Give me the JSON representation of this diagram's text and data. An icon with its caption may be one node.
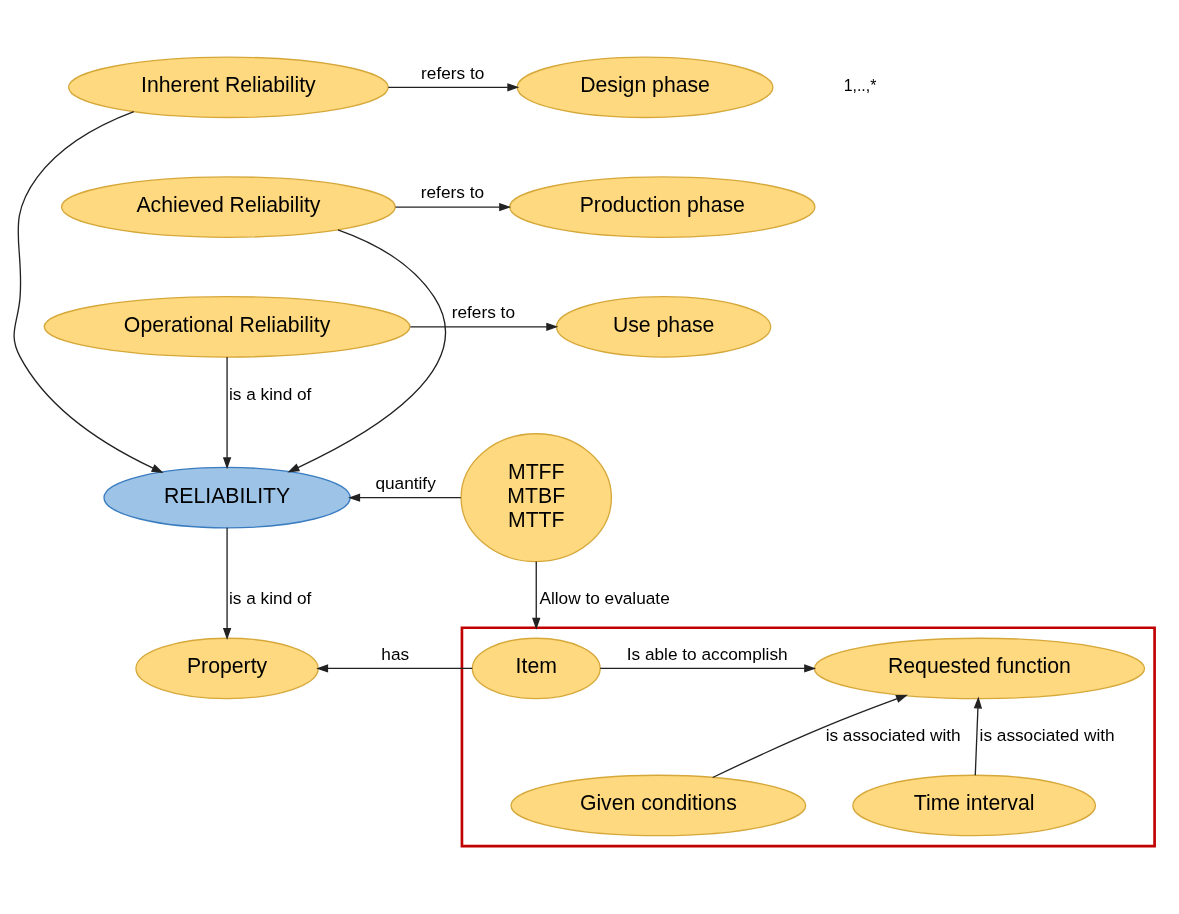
{
  "diagram": {
    "nodes": [
      {
        "text": [
          "Inherent Reliability"
        ]
      },
      {
        "text": [
          "Design phase"
        ]
      },
      {
        "text": [
          "Achieved Reliability"
        ]
      },
      {
        "text": [
          "Production phase"
        ]
      },
      {
        "text": [
          "Operational Reliability"
        ]
      },
      {
        "text": [
          "Use phase"
        ]
      },
      {
        "text": [
          "RELIABILITY"
        ]
      },
      {
        "text": [
          "MTFF",
          "MTBF",
          "MTTF"
        ]
      },
      {
        "text": [
          "Property"
        ]
      },
      {
        "text": [],
        "shape": "box"
      },
      {
        "text": [
          "Item"
        ],
        "in": 9
      },
      {
        "text": [
          "Requested function"
        ],
        "in": 9
      },
      {
        "text": [
          "Given conditions"
        ],
        "in": 9
      },
      {
        "text": [
          "Time interval"
        ],
        "in": 9
      }
    ],
    "edges": [
      {
        "from": 0,
        "to": 1,
        "arrow": "to",
        "label": "refers to"
      },
      {
        "from": 2,
        "to": 3,
        "arrow": "to",
        "label": "refers to"
      },
      {
        "from": 4,
        "to": 5,
        "arrow": "to",
        "label": "refers to"
      },
      {
        "from": 0,
        "to": 6,
        "arrow": "to"
      },
      {
        "from": 2,
        "to": 6,
        "arrow": "to"
      },
      {
        "from": 4,
        "to": 6,
        "arrow": "to",
        "label": "is a kind of"
      },
      {
        "from": 7,
        "to": 6,
        "arrow": "to",
        "label": "quantify"
      },
      {
        "from": 6,
        "to": 8,
        "arrow": "to",
        "label": "is a kind of"
      },
      {
        "from": 7,
        "to": 9,
        "arrow": "to",
        "label": "Allow to evaluate"
      },
      {
        "from": 10,
        "to": 8,
        "arrow": "to",
        "label": "has"
      },
      {
        "from": 10,
        "to": 11,
        "arrow": "to",
        "label": "Is able to accomplish"
      },
      {
        "from": 12,
        "to": 11,
        "arrow": "to",
        "label": "is associated with"
      },
      {
        "from": 13,
        "to": 11,
        "arrow": "to",
        "label": "is associated with"
      }
    ],
    "labels": [
      "1,..,*"
    ]
  }
}
